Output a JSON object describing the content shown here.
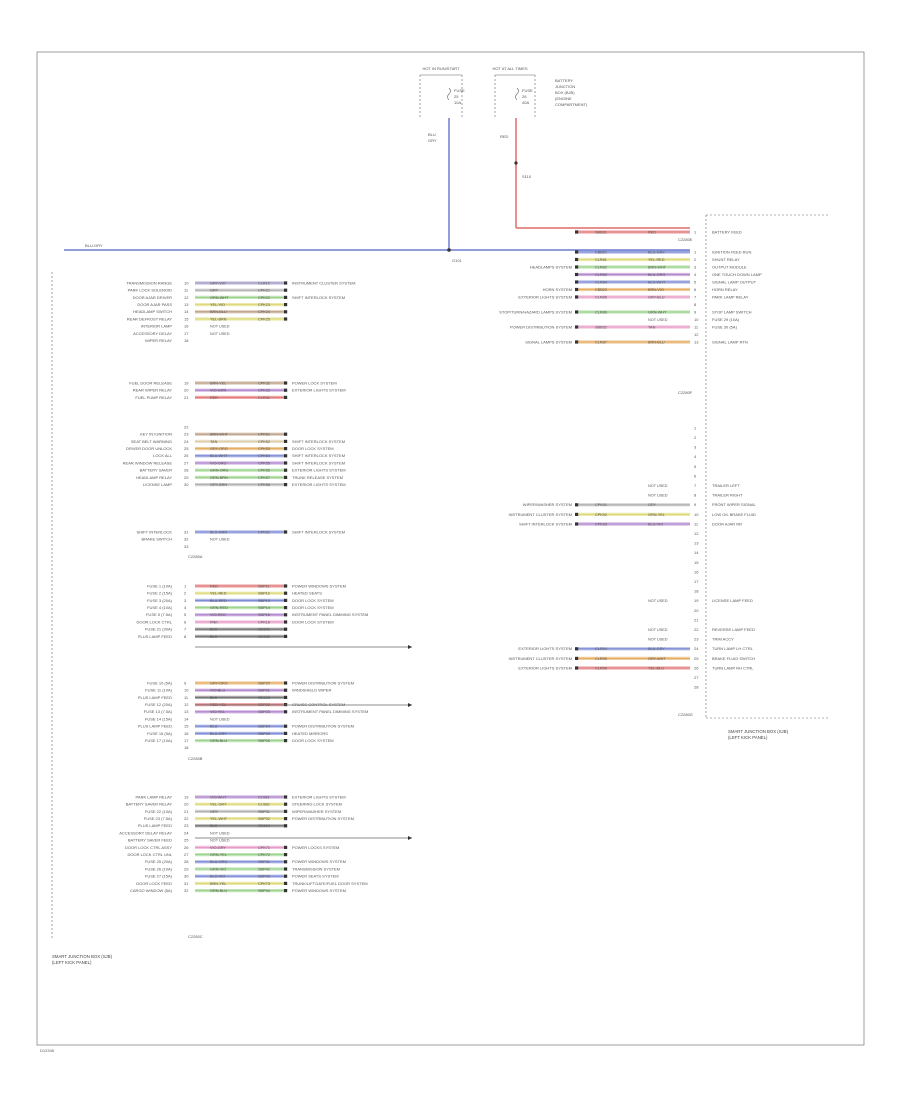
{
  "diagram": {
    "footer_code": "D12345",
    "top": {
      "fuse_left_label": "HOT IN RUN/START",
      "fuse_left_ref": [
        "FUSE",
        "25",
        "10A"
      ],
      "fuse_right_label": "HOT AT ALL TIMES",
      "fuse_right_ref": [
        "FUSE",
        "26",
        "40A"
      ],
      "fuse_right_note": [
        "BATTERY",
        "JUNCTION",
        "BOX (BJB)",
        "(ENGINE",
        "COMPARTMENT)"
      ],
      "wire_blue_label": [
        "BLU",
        "GRY"
      ],
      "wire_red_label": "RED",
      "splice_label": "S110",
      "ground_label": "G101",
      "left_wire_label": "BLU-GRY"
    },
    "left_connector": {
      "name": [
        "SMART JUNCTION BOX (SJB)",
        "(LEFT KICK PANEL)"
      ],
      "code_a": "C2280A",
      "code_b": "C2280B",
      "code_c": "C2280C",
      "groups": [
        [
          {
            "pin": "10",
            "fn": "TRANSMISSION RANGE",
            "wire": "GRY-VIO",
            "ckt": "CLR12",
            "to": "INSTRUMENT CLUSTER SYSTEM",
            "c": "#9a8ec0"
          },
          {
            "pin": "11",
            "fn": "PARK LOCK SOLENOID",
            "wire": "GRY",
            "ckt": "CPK21",
            "to": "",
            "c": "#aaaaaa"
          },
          {
            "pin": "12",
            "fn": "DOOR AJAR DRIVER",
            "wire": "GRN-WHT",
            "ckt": "CPK22",
            "to": "SHIFT INTERLOCK SYSTEM",
            "c": "#8fcf7f"
          },
          {
            "pin": "13",
            "fn": "DOOR AJAR PASS",
            "wire": "YEL-VIO",
            "ckt": "CPK23",
            "to": "",
            "c": "#d9d66a"
          },
          {
            "pin": "14",
            "fn": "HEADLAMP SWITCH",
            "wire": "BRN-BLU",
            "ckt": "CPK24",
            "to": "",
            "c": "#b7977a"
          },
          {
            "pin": "15",
            "fn": "REAR DEFROST RELAY",
            "wire": "YEL-BRN",
            "ckt": "CPK25",
            "to": "",
            "c": "#d9d66a"
          },
          {
            "pin": "16",
            "fn": "INTERIOR LAMP",
            "wire": "NOT USED",
            "ckt": "",
            "to": "",
            "c": ""
          },
          {
            "pin": "17",
            "fn": "ACCESSORY DELAY",
            "wire": "NOT USED",
            "ckt": "",
            "to": "",
            "c": ""
          },
          {
            "pin": "18",
            "fn": "WIPER RELAY",
            "wire": "",
            "ckt": "",
            "to": "",
            "c": ""
          }
        ],
        [
          {
            "pin": "19",
            "fn": "FUEL DOOR RELEASE",
            "wire": "BRN-YEL",
            "ckt": "CPK32",
            "to": "POWER LOCK SYSTEM",
            "c": "#b7977a"
          },
          {
            "pin": "20",
            "fn": "REAR WIPER RELAY",
            "wire": "VIO-GRN",
            "ckt": "CPK33",
            "to": "EXTERIOR LIGHTS SYSTEM",
            "c": "#a878c8"
          },
          {
            "pin": "21",
            "fn": "FUEL PUMP RELAY",
            "wire": "RED",
            "ckt": "CLR41",
            "to": "",
            "c": "#e06a6a"
          }
        ],
        [
          {
            "pin": "22",
            "fn": "",
            "wire": "",
            "ckt": "",
            "to": "",
            "c": ""
          },
          {
            "pin": "23",
            "fn": "KEY IN IGNITION",
            "wire": "BRN-WHT",
            "ckt": "CPK51",
            "to": "",
            "c": "#b7977a"
          },
          {
            "pin": "24",
            "fn": "SEAT BELT WARNING",
            "wire": "TAN",
            "ckt": "CPK52",
            "to": "SHIFT INTERLOCK SYSTEM",
            "c": "#d8c8a0"
          },
          {
            "pin": "25",
            "fn": "DRIVER DOOR UNLOCK",
            "wire": "GRY-ORG",
            "ckt": "CPK53",
            "to": "DOOR LOCK SYSTEM",
            "c": "#e3a34f"
          },
          {
            "pin": "26",
            "fn": "LOCK ALL",
            "wire": "BLU-WHT",
            "ckt": "CPK54",
            "to": "SHIFT INTERLOCK SYSTEM",
            "c": "#6f7fd0"
          },
          {
            "pin": "27",
            "fn": "REAR WINDOW RELEASE",
            "wire": "VIO-ORG",
            "ckt": "CPK55",
            "to": "SHIFT INTERLOCK SYSTEM",
            "c": "#a878c8"
          },
          {
            "pin": "28",
            "fn": "BATTERY SAVER",
            "wire": "GRN-ORG",
            "ckt": "CPK56",
            "to": "EXTERIOR LIGHTS SYSTEM",
            "c": "#8fcf7f"
          },
          {
            "pin": "29",
            "fn": "HEADLAMP RELAY",
            "wire": "GRN-BRN",
            "ckt": "CPK57",
            "to": "TRUNK RELEASE SYSTEM",
            "c": "#8fcf7f"
          },
          {
            "pin": "30",
            "fn": "LICENSE LAMP",
            "wire": "GRY-BRN",
            "ckt": "CPK58",
            "to": "EXTERIOR LIGHTS SYSTEM",
            "c": "#aaaaaa"
          }
        ],
        [
          {
            "pin": "31",
            "fn": "SHIFT INTERLOCK",
            "wire": "BLU-GRN",
            "ckt": "CPK61",
            "to": "SHIFT INTERLOCK SYSTEM",
            "c": "#6f7fd0"
          },
          {
            "pin": "32",
            "fn": "BRAKE SWITCH",
            "wire": "NOT USED",
            "ckt": "",
            "to": "",
            "c": ""
          },
          {
            "pin": "33",
            "fn": "",
            "wire": "",
            "ckt": "",
            "to": "",
            "c": ""
          }
        ],
        [
          {
            "pin": "1",
            "fn": "FUSE 1 (10A)",
            "wire": "RED",
            "ckt": "SBP11",
            "to": "POWER WINDOWS SYSTEM",
            "c": "#e06a6a"
          },
          {
            "pin": "2",
            "fn": "FUSE 2 (15A)",
            "wire": "YEL-RED",
            "ckt": "SBP12",
            "to": "HEATED SEATS",
            "c": "#d9d66a"
          },
          {
            "pin": "3",
            "fn": "FUSE 3 (20A)",
            "wire": "BLU-RED",
            "ckt": "SBP13",
            "to": "DOOR LOCK SYSTEM",
            "c": "#6f7fd0"
          },
          {
            "pin": "4",
            "fn": "FUSE 4 (10A)",
            "wire": "GRN-RED",
            "ckt": "SBP14",
            "to": "DOOR LOCK SYSTEM",
            "c": "#8fcf7f"
          },
          {
            "pin": "5",
            "fn": "FUSE 5 (7.5A)",
            "wire": "VIO-RED",
            "ckt": "SBP15",
            "to": "INSTRUMENT PANEL DIMMING SYSTEM",
            "c": "#a878c8"
          },
          {
            "pin": "6",
            "fn": "DOOR LOCK CTRL",
            "wire": "PNK",
            "ckt": "CPK16",
            "to": "DOOR LOCK SYSTEM",
            "c": "#e58fc0"
          },
          {
            "pin": "7",
            "fn": "FUSE 21 (30A)",
            "wire": "BLK",
            "ckt": "GD101",
            "to": "",
            "c": "#666666"
          },
          {
            "pin": "8",
            "fn": "PLUS LAMP FEED",
            "wire": "BLK",
            "ckt": "GD102",
            "to": "",
            "c": "#666666"
          }
        ],
        [
          {
            "pin": "9",
            "fn": "FUSE 10 (5A)",
            "wire": "GRY-ORG",
            "ckt": "SBP20",
            "to": "POWER DISTRIBUTION SYSTEM",
            "c": "#e3a34f"
          },
          {
            "pin": "10",
            "fn": "FUSE 11 (10A)",
            "wire": "VIO-BLU",
            "ckt": "SBP21",
            "to": "WINDSHIELD WIPER",
            "c": "#a878c8"
          },
          {
            "pin": "11",
            "fn": "PLUS LAMP FEED",
            "wire": "BLK",
            "ckt": "GD103",
            "to": "",
            "c": "#666666"
          },
          {
            "pin": "12",
            "fn": "FUSE 12 (20A)",
            "wire": "RED-YEL",
            "ckt": "SBP22",
            "to": "CRUISE CONTROL SYSTEM",
            "c": "#e06a6a"
          },
          {
            "pin": "13",
            "fn": "FUSE 13 (7.5A)",
            "wire": "VIO-YEL",
            "ckt": "SBP23",
            "to": "INSTRUMENT PANEL DIMMING SYSTEM",
            "c": "#a878c8"
          },
          {
            "pin": "14",
            "fn": "FUSE 14 (15A)",
            "wire": "NOT USED",
            "ckt": "",
            "to": "",
            "c": ""
          },
          {
            "pin": "15",
            "fn": "PLUS LAMP FEED",
            "wire": "BLU",
            "ckt": "SBP24",
            "to": "POWER DISTRIBUTION SYSTEM",
            "c": "#6f7fd0"
          },
          {
            "pin": "16",
            "fn": "FUSE 16 (5A)",
            "wire": "BLU-GRY",
            "ckt": "SBP25",
            "to": "HEATED MIRRORS",
            "c": "#6f7fd0"
          },
          {
            "pin": "17",
            "fn": "FUSE 17 (10A)",
            "wire": "GRN-BLU",
            "ckt": "SBP26",
            "to": "DOOR LOCK SYSTEM",
            "c": "#8fcf7f"
          },
          {
            "pin": "18",
            "fn": "",
            "wire": "",
            "ckt": "",
            "to": "",
            "c": ""
          }
        ],
        [
          {
            "pin": "19",
            "fn": "PARK LAMP RELAY",
            "wire": "VIO-WHT",
            "ckt": "CLS81",
            "to": "EXTERIOR LIGHTS SYSTEM",
            "c": "#a878c8"
          },
          {
            "pin": "20",
            "fn": "BATTERY SAVER RELAY",
            "wire": "YEL-GRY",
            "ckt": "CLS82",
            "to": "STEERING LOCK SYSTEM",
            "c": "#d9d66a"
          },
          {
            "pin": "21",
            "fn": "FUSE 22 (10A)",
            "wire": "GRY",
            "ckt": "SBP31",
            "to": "WIPER/WASHER SYSTEM",
            "c": "#aaaaaa"
          },
          {
            "pin": "22",
            "fn": "FUSE 23 (7.5A)",
            "wire": "YEL-WHT",
            "ckt": "SBP32",
            "to": "POWER DISTRIBUTION SYSTEM",
            "c": "#d9d66a"
          },
          {
            "pin": "23",
            "fn": "PLUS LAMP FEED",
            "wire": "BLK",
            "ckt": "GD104",
            "to": "",
            "c": "#666666"
          },
          {
            "pin": "24",
            "fn": "ACCESSORY DELAY RELAY",
            "wire": "NOT USED",
            "ckt": "",
            "to": "",
            "c": ""
          },
          {
            "pin": "25",
            "fn": "BATTERY SAVER FEED",
            "wire": "NOT USED",
            "ckt": "",
            "to": "",
            "c": ""
          },
          {
            "pin": "26",
            "fn": "DOOR LOCK CTRL ASSY",
            "wire": "VIO-GRY",
            "ckt": "CPK71",
            "to": "POWER LOCKS SYSTEM",
            "c": "#e58fc0"
          },
          {
            "pin": "27",
            "fn": "DOOR LOCK CTRL UNL",
            "wire": "GRN-YEL",
            "ckt": "CPK72",
            "to": "",
            "c": "#8fcf7f"
          },
          {
            "pin": "28",
            "fn": "FUSE 25 (20A)",
            "wire": "BLU-ORG",
            "ckt": "SBP41",
            "to": "POWER WINDOWS SYSTEM",
            "c": "#6f7fd0"
          },
          {
            "pin": "29",
            "fn": "FUSE 26 (10A)",
            "wire": "GRN-VIO",
            "ckt": "SBP42",
            "to": "TRANSMISSION SYSTEM",
            "c": "#8fcf7f"
          },
          {
            "pin": "30",
            "fn": "FUSE 27 (15A)",
            "wire": "BLU-VIO",
            "ckt": "SBP43",
            "to": "POWER SEATS SYSTEM",
            "c": "#6f7fd0"
          },
          {
            "pin": "31",
            "fn": "DOOR LOCK FEED",
            "wire": "BRN-YEL",
            "ckt": "CPK73",
            "to": "TRUNK/LIFTGATE/FUEL DOOR SYSTEM",
            "c": "#d9d66a"
          },
          {
            "pin": "32",
            "fn": "CARGO WINDOW (5A)",
            "wire": "GRN-BLU",
            "ckt": "SBP44",
            "to": "POWER WINDOWS SYSTEM",
            "c": "#8fcf7f"
          }
        ]
      ]
    },
    "right_connector": {
      "name": [
        "SMART JUNCTION BOX (SJB)",
        "(LEFT KICK PANEL)"
      ],
      "code_a": "C2280E",
      "code_b": "C2280F",
      "code_c": "C2280G",
      "top_pins": [
        {
          "pin": "1",
          "fn": "BATTERY FEED",
          "wire": "RED",
          "ckt": "SBB31",
          "from": "",
          "c": "#e06a6a"
        }
      ],
      "pins_a": [
        {
          "pin": "1",
          "fn": "IGNITION FEED RUN",
          "wire": "BLU-GRY",
          "ckt": "CBB21",
          "from": "",
          "c": "#6f7fd0"
        },
        {
          "pin": "2",
          "fn": "SHUNT RELAY",
          "wire": "YEL-RED",
          "ckt": "CLR81",
          "from": "",
          "c": "#d9d66a"
        },
        {
          "pin": "3",
          "fn": "OUTPUT MODULE",
          "wire": "BRN-WHT",
          "ckt": "CLR82",
          "from": "HEADLAMPS SYSTEM",
          "c": "#8fcf7f"
        },
        {
          "pin": "4",
          "fn": "ONE TOUCH DOWN LAMP",
          "wire": "BLU-ORG",
          "ckt": "CLR83",
          "from": "",
          "c": "#a878c8"
        },
        {
          "pin": "5",
          "fn": "SIGNAL LAMP OUTPUT",
          "wire": "BLU-WHT",
          "ckt": "CLR84",
          "from": "",
          "c": "#6f7fd0"
        },
        {
          "pin": "6",
          "fn": "HORN RELAY",
          "wire": "BRN-VIO",
          "ckt": "CBB22",
          "from": "HORN SYSTEM",
          "c": "#e3a34f"
        },
        {
          "pin": "7",
          "fn": "PARK LAMP RELAY",
          "wire": "GRY-BLU",
          "ckt": "CLR85",
          "from": "EXTERIOR LIGHTS SYSTEM",
          "c": "#e58fc0"
        },
        {
          "pin": "8",
          "fn": "",
          "wire": "",
          "ckt": "",
          "from": "",
          "c": ""
        },
        {
          "pin": "9",
          "fn": "STOP LAMP SWITCH",
          "wire": "GRN-WHT",
          "ckt": "CLR86",
          "from": "STOP/TURN/HAZARD LAMPS SYSTEM",
          "c": "#8fcf7f"
        },
        {
          "pin": "10",
          "fn": "FUSE 29 (10A)",
          "wire": "NOT USED",
          "ckt": "",
          "from": "",
          "c": ""
        },
        {
          "pin": "11",
          "fn": "FUSE 30 (5A)",
          "wire": "TAN",
          "ckt": "SBB32",
          "from": "POWER DISTRIBUTION SYSTEM",
          "c": "#e58fc0"
        },
        {
          "pin": "12",
          "fn": "",
          "wire": "",
          "ckt": "",
          "from": "",
          "c": ""
        },
        {
          "pin": "13",
          "fn": "SIGNAL LAMP RTN",
          "wire": "BRN-BLU",
          "ckt": "CLR87",
          "from": "SIGNAL LAMPS SYSTEM",
          "c": "#e3a34f"
        }
      ],
      "pins_b": [
        {
          "pin": "1",
          "fn": "",
          "wire": "",
          "ckt": "",
          "from": "",
          "c": ""
        },
        {
          "pin": "2",
          "fn": "",
          "wire": "",
          "ckt": "",
          "from": "",
          "c": ""
        },
        {
          "pin": "3",
          "fn": "",
          "wire": "",
          "ckt": "",
          "from": "",
          "c": ""
        },
        {
          "pin": "4",
          "fn": "",
          "wire": "",
          "ckt": "",
          "from": "",
          "c": ""
        },
        {
          "pin": "5",
          "fn": "",
          "wire": "",
          "ckt": "",
          "from": "",
          "c": ""
        },
        {
          "pin": "6",
          "fn": "",
          "wire": "",
          "ckt": "",
          "from": "",
          "c": ""
        },
        {
          "pin": "7",
          "fn": "TRAILER LEFT",
          "wire": "NOT USED",
          "ckt": "",
          "from": "",
          "c": ""
        },
        {
          "pin": "8",
          "fn": "TRAILER RIGHT",
          "wire": "NOT USED",
          "ckt": "",
          "from": "",
          "c": ""
        },
        {
          "pin": "9",
          "fn": "FRONT WIPER SIGNAL",
          "wire": "GRY",
          "ckt": "CPK91",
          "from": "WIPER/WASHER SYSTEM",
          "c": "#aaaaaa"
        },
        {
          "pin": "10",
          "fn": "LOW OIL BRAKE FLUID",
          "wire": "GRN-YEL",
          "ckt": "CPK92",
          "from": "INSTRUMENT CLUSTER SYSTEM",
          "c": "#d9d66a"
        },
        {
          "pin": "11",
          "fn": "DOOR AJAR RR",
          "wire": "BLU-VIO",
          "ckt": "CPK93",
          "from": "SHIFT INTERLOCK SYSTEM",
          "c": "#a878c8"
        },
        {
          "pin": "12",
          "fn": "",
          "wire": "",
          "ckt": "",
          "from": "",
          "c": ""
        },
        {
          "pin": "13",
          "fn": "",
          "wire": "",
          "ckt": "",
          "from": "",
          "c": ""
        },
        {
          "pin": "14",
          "fn": "",
          "wire": "",
          "ckt": "",
          "from": "",
          "c": ""
        },
        {
          "pin": "15",
          "fn": "",
          "wire": "",
          "ckt": "",
          "from": "",
          "c": ""
        },
        {
          "pin": "16",
          "fn": "",
          "wire": "",
          "ckt": "",
          "from": "",
          "c": ""
        },
        {
          "pin": "17",
          "fn": "",
          "wire": "",
          "ckt": "",
          "from": "",
          "c": ""
        },
        {
          "pin": "18",
          "fn": "",
          "wire": "",
          "ckt": "",
          "from": "",
          "c": ""
        },
        {
          "pin": "19",
          "fn": "LICENSE LAMP FEED",
          "wire": "NOT USED",
          "ckt": "",
          "from": "",
          "c": ""
        },
        {
          "pin": "20",
          "fn": "",
          "wire": "",
          "ckt": "",
          "from": "",
          "c": ""
        },
        {
          "pin": "21",
          "fn": "",
          "wire": "",
          "ckt": "",
          "from": "",
          "c": ""
        },
        {
          "pin": "22",
          "fn": "REVERSE LAMP FEED",
          "wire": "NOT USED",
          "ckt": "",
          "from": "",
          "c": ""
        },
        {
          "pin": "23",
          "fn": "TRIM ACCY",
          "wire": "NOT USED",
          "ckt": "",
          "from": "",
          "c": ""
        },
        {
          "pin": "24",
          "fn": "TURN LAMP LH CTRL",
          "wire": "BLU-GRY",
          "ckt": "CLR94",
          "from": "EXTERIOR LIGHTS SYSTEM",
          "c": "#6f7fd0"
        },
        {
          "pin": "25",
          "fn": "BRAKE FLUID SWITCH",
          "wire": "GRY-WHT",
          "ckt": "CLR95",
          "from": "INSTRUMENT CLUSTER SYSTEM",
          "c": "#e3a34f"
        },
        {
          "pin": "26",
          "fn": "TURN LAMP RH CTRL",
          "wire": "YEL-BLU",
          "ckt": "CLR96",
          "from": "EXTERIOR LIGHTS SYSTEM",
          "c": "#e06a6a"
        },
        {
          "pin": "27",
          "fn": "",
          "wire": "",
          "ckt": "",
          "from": "",
          "c": ""
        },
        {
          "pin": "28",
          "fn": "",
          "wire": "",
          "ckt": "",
          "from": "",
          "c": ""
        }
      ]
    }
  }
}
